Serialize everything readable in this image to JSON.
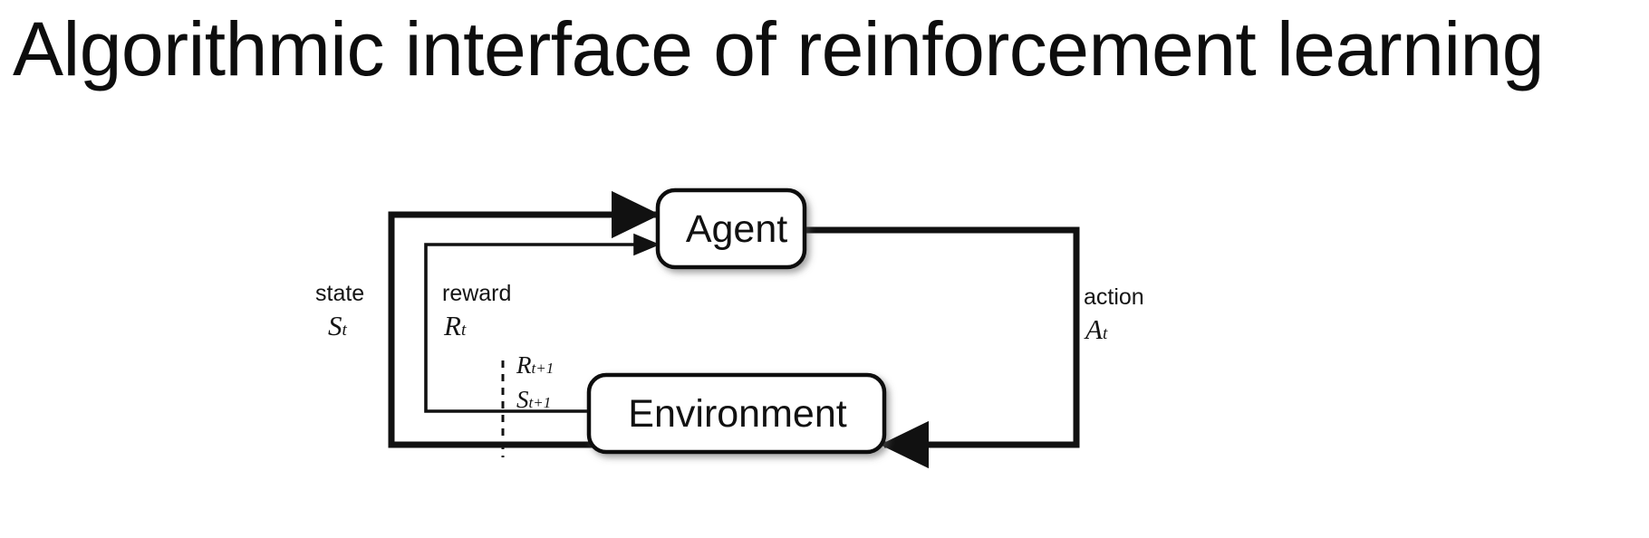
{
  "slide": {
    "title": "Algorithmic interface of reinforcement learning",
    "background_color": "#ffffff",
    "ink_color": "#000000"
  },
  "diagram": {
    "name": "agent-environment-interaction-loop",
    "type": "block-flow-diagram",
    "nodes": [
      {
        "id": "agent",
        "label": "Agent",
        "shape": "rounded-rectangle",
        "shadow": true
      },
      {
        "id": "environment",
        "label": "Environment",
        "shape": "rounded-rectangle",
        "shadow": true
      }
    ],
    "edges": [
      {
        "id": "state-edge",
        "from": "environment",
        "to": "agent",
        "word": "state",
        "symbol_base": "S",
        "symbol_sub": "t",
        "stroke_weight": "thick"
      },
      {
        "id": "reward-edge",
        "from": "environment",
        "to": "agent",
        "word": "reward",
        "symbol_base": "R",
        "symbol_sub": "t",
        "stroke_weight": "thin"
      },
      {
        "id": "action-edge",
        "from": "agent",
        "to": "environment",
        "word": "action",
        "symbol_base": "A",
        "symbol_sub": "t",
        "stroke_weight": "thick"
      }
    ],
    "time_step_labels": [
      {
        "id": "reward-next",
        "base": "R",
        "sub": "t+1"
      },
      {
        "id": "state-next",
        "base": "S",
        "sub": "t+1"
      }
    ],
    "time_boundary": {
      "id": "time-step-divider",
      "style": "dashed-vertical-line"
    }
  }
}
